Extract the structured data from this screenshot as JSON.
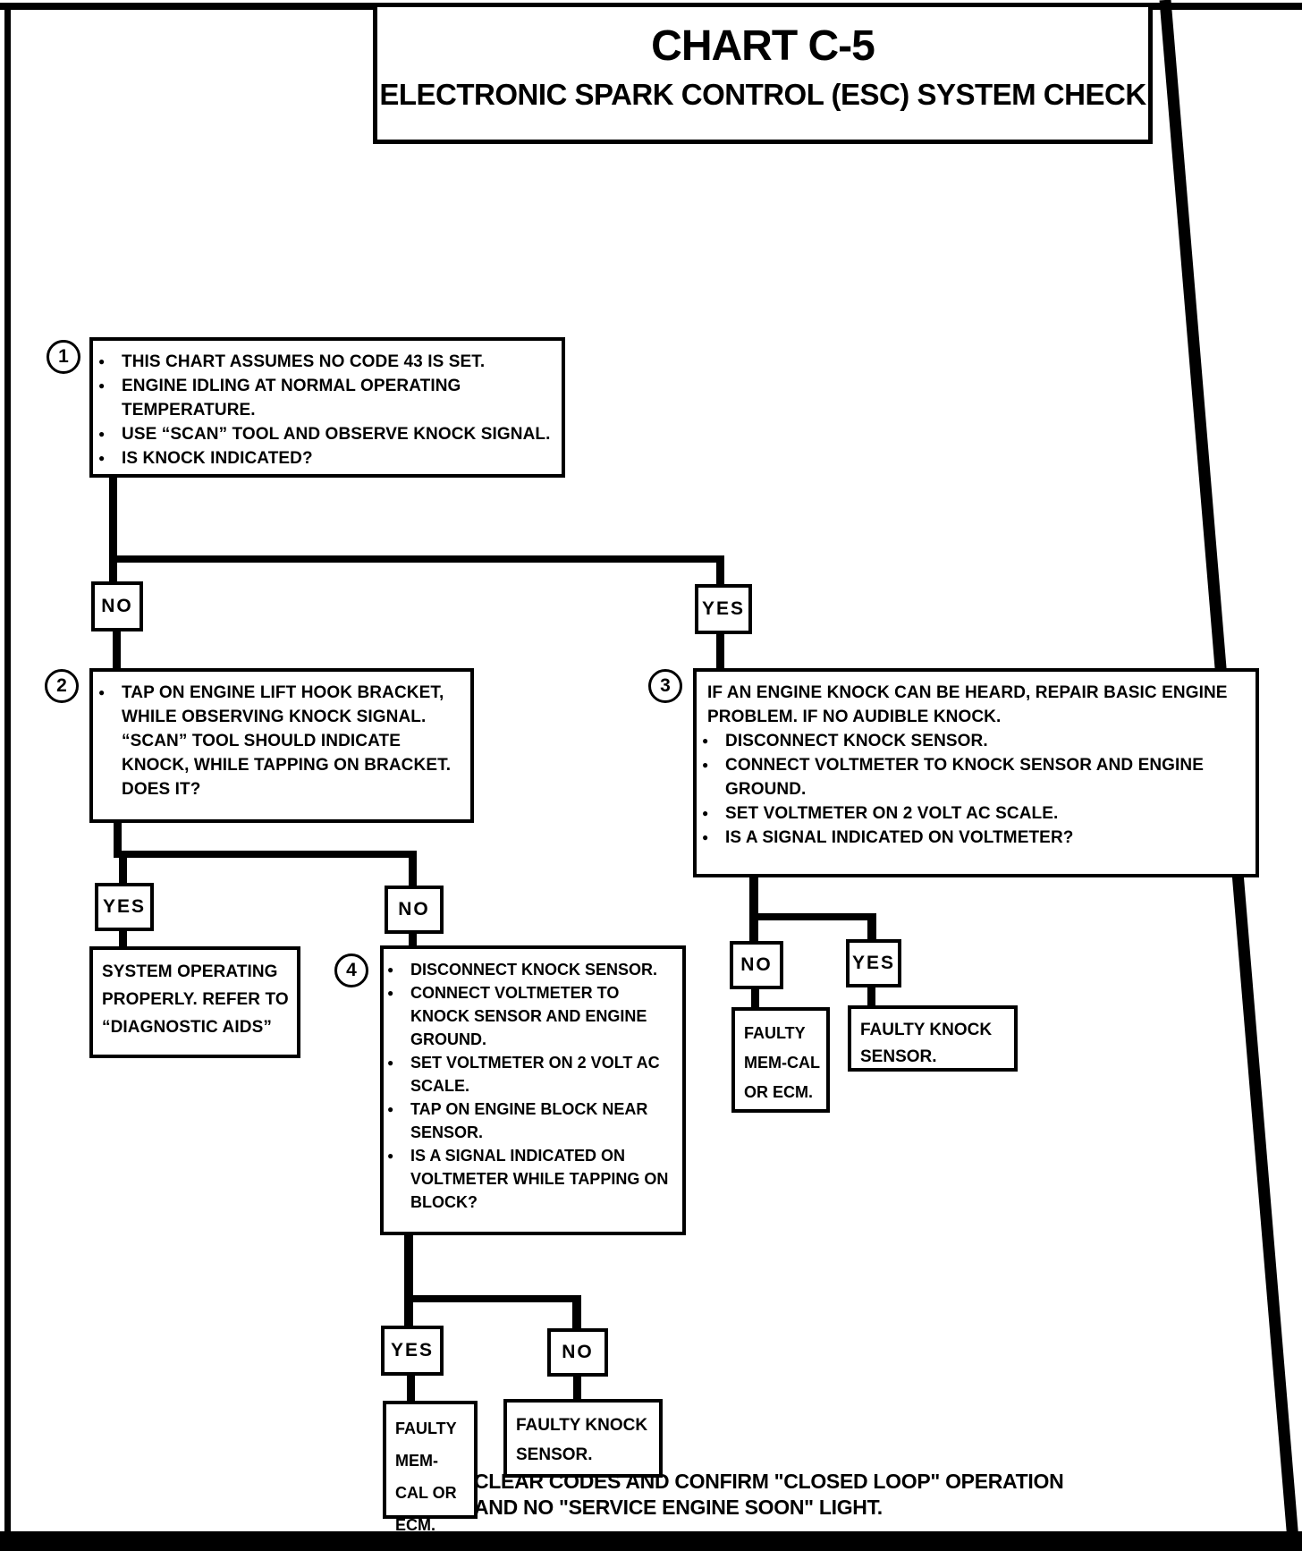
{
  "title": {
    "line1": "CHART C-5",
    "line2": "ELECTRONIC SPARK CONTROL (ESC) SYSTEM CHECK"
  },
  "labels": {
    "yes": "YES",
    "no": "NO"
  },
  "nodes": {
    "step1": {
      "number": "1",
      "bullets": [
        "THIS CHART ASSUMES NO CODE 43 IS SET.",
        "ENGINE IDLING AT NORMAL OPERATING TEMPERATURE.",
        "USE “SCAN” TOOL AND OBSERVE KNOCK SIGNAL.",
        "IS KNOCK INDICATED?"
      ]
    },
    "step2": {
      "number": "2",
      "bullets": [
        "TAP ON ENGINE LIFT HOOK BRACKET, WHILE OBSERVING KNOCK SIGNAL. “SCAN” TOOL SHOULD INDICATE KNOCK, WHILE TAPPING ON BRACKET. DOES IT?"
      ]
    },
    "step3": {
      "number": "3",
      "intro": "IF AN ENGINE KNOCK CAN BE HEARD, REPAIR BASIC ENGINE PROBLEM.  IF NO AUDIBLE KNOCK.",
      "bullets": [
        "DISCONNECT KNOCK SENSOR.",
        "CONNECT VOLTMETER TO KNOCK SENSOR AND ENGINE GROUND.",
        "SET VOLTMETER ON 2 VOLT AC SCALE.",
        "IS A SIGNAL INDICATED ON VOLTMETER?"
      ]
    },
    "step4": {
      "number": "4",
      "bullets": [
        "DISCONNECT KNOCK SENSOR.",
        "CONNECT VOLTMETER TO KNOCK SENSOR AND ENGINE GROUND.",
        "SET VOLTMETER ON 2 VOLT AC SCALE.",
        "TAP ON ENGINE BLOCK NEAR SENSOR.",
        "IS A SIGNAL INDICATED ON VOLTMETER WHILE TAPPING ON BLOCK?"
      ]
    },
    "outcomes": {
      "system_ok": "SYSTEM OPERATING PROPERLY.  REFER TO “DIAGNOSTIC AIDS”",
      "faulty_memcal": "FAULTY MEM-CAL OR ECM.",
      "faulty_knock": "FAULTY KNOCK SENSOR."
    }
  },
  "footer": {
    "line1": "CLEAR CODES AND CONFIRM \"CLOSED LOOP\" OPERATION",
    "line2": "AND NO \"SERVICE ENGINE SOON\" LIGHT."
  }
}
